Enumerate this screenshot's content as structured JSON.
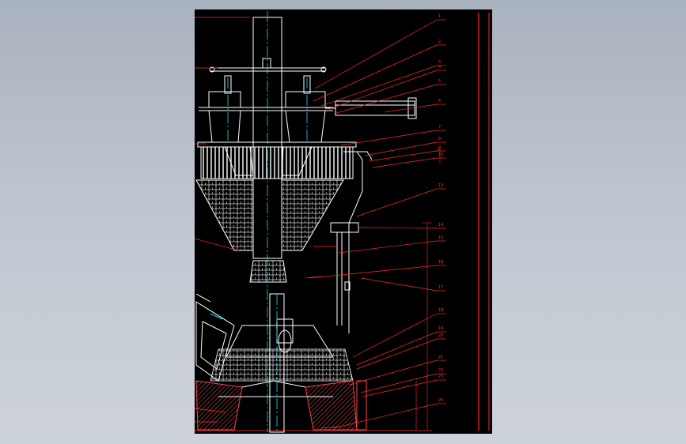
{
  "viewer": {
    "background_color": "#b7bec9",
    "sheet_color": "#000000"
  },
  "drawing": {
    "type": "cad-section-drawing",
    "colors": {
      "leader": "#ff2a2a",
      "outline": "#ffffff",
      "centerline": "#1fd8ff",
      "frame": "#ff2a2a",
      "hatch": "#ff5a5a"
    },
    "callouts": [
      "1",
      "2",
      "3",
      "4",
      "5",
      "6",
      "7",
      "8",
      "9",
      "10",
      "13",
      "14",
      "15",
      "16",
      "17",
      "18",
      "19",
      "20",
      "21",
      "22",
      "23",
      "25"
    ]
  }
}
